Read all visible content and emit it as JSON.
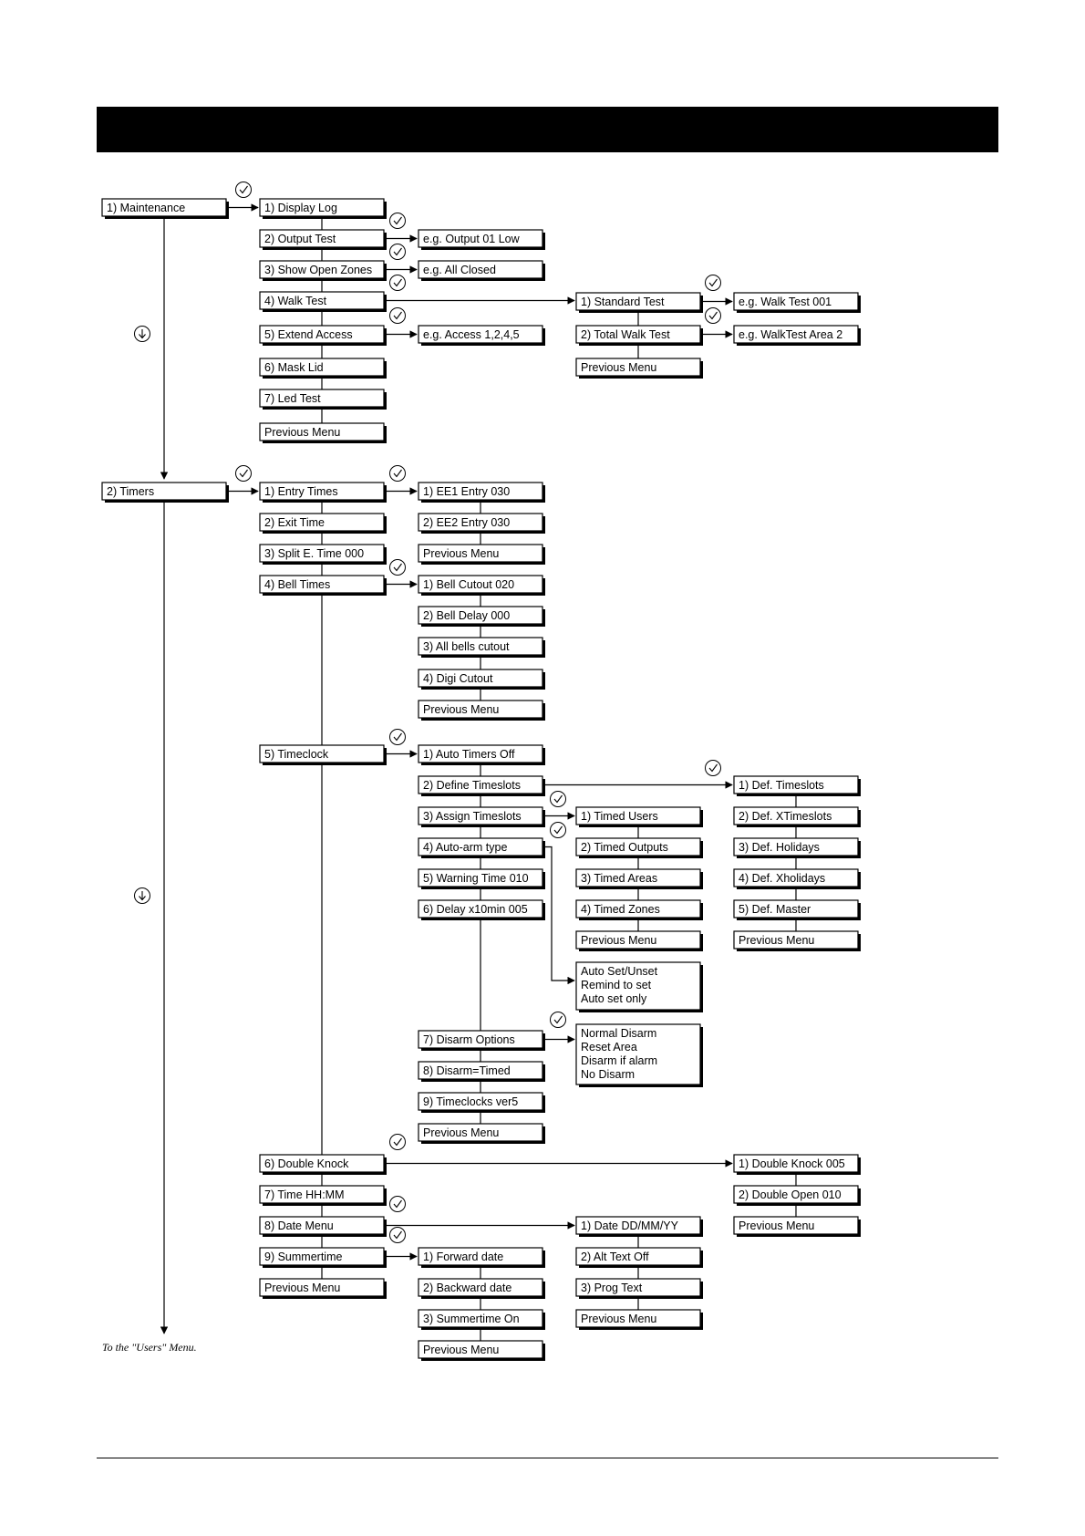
{
  "footnote": "To the \"Users\" Menu.",
  "root": {
    "maintenance": "1) Maintenance",
    "timers": "2) Timers"
  },
  "maintenance": {
    "display_log": "1) Display Log",
    "output_test": "2) Output Test",
    "show_open_zones": "3) Show Open Zones",
    "walk_test": "4) Walk Test",
    "extend_access": "5) Extend Access",
    "mask_lid": "6) Mask Lid",
    "led_test": "7) Led Test",
    "previous_menu": "Previous Menu",
    "output_test_example": "e.g. Output 01 Low",
    "open_zones_example": "e.g.  All Closed",
    "extend_access_example": "e.g. Access 1,2,4,5",
    "walk_test_menu": {
      "standard_test": "1) Standard Test",
      "total_walk_test": "2) Total Walk Test",
      "previous_menu": "Previous Menu",
      "standard_example": "e.g. Walk Test 001",
      "total_example": "e.g. WalkTest Area 2"
    }
  },
  "timers": {
    "entry_times": "1) Entry Times",
    "exit_time": "2) Exit Time",
    "split_e_time": "3) Split E. Time 000",
    "bell_times": "4) Bell Times",
    "timeclock": "5) Timeclock",
    "double_knock": "6) Double Knock",
    "time": "7) Time  HH:MM",
    "date_menu": "8) Date Menu",
    "summertime": "9) Summertime",
    "previous_menu": "Previous Menu",
    "entry_menu": {
      "ee1": "1) EE1 Entry 030",
      "ee2": "2) EE2 Entry 030",
      "previous_menu": "Previous Menu"
    },
    "bell_menu": {
      "bell_cutout": "1) Bell Cutout 020",
      "bell_delay": "2) Bell Delay 000",
      "all_bells_cutout": "3) All bells cutout",
      "digi_cutout": "4) Digi Cutout",
      "previous_menu": "Previous Menu"
    },
    "timeclock_menu": {
      "auto_timers_off": "1) Auto Timers Off",
      "define_timeslots": "2) Define Timeslots",
      "assign_timeslots": "3) Assign Timeslots",
      "auto_arm_type": "4) Auto-arm type",
      "warning_time": "5) Warning Time 010",
      "delay": "6) Delay x10min 005",
      "disarm_options": "7) Disarm Options",
      "disarm_timed": "8) Disarm=Timed",
      "timeclocks_ver": "9) Timeclocks ver5",
      "previous_menu": "Previous Menu",
      "define_menu": {
        "def_timeslots": "1) Def. Timeslots",
        "def_xtimeslots": "2) Def. XTimeslots",
        "def_holidays": "3) Def. Holidays",
        "def_xholidays": "4) Def. Xholidays",
        "def_master": "5) Def. Master",
        "previous_menu": "Previous Menu"
      },
      "assign_menu": {
        "timed_users": "1) Timed Users",
        "timed_outputs": "2) Timed Outputs",
        "timed_areas": "3) Timed Areas",
        "timed_zones": "4) Timed Zones",
        "previous_menu": "Previous Menu"
      },
      "auto_arm_options": [
        "Auto Set/Unset",
        "Remind to set",
        "Auto set only"
      ],
      "disarm_option_list": [
        "Normal Disarm",
        "Reset Area",
        "Disarm if alarm",
        "No Disarm"
      ]
    },
    "double_knock_menu": {
      "double_knock": "1) Double Knock 005",
      "double_open": "2) Double Open 010",
      "previous_menu": "Previous Menu"
    },
    "date_menu_items": {
      "date": "1) Date DD/MM/YY",
      "alt_text_off": "2) Alt Text Off",
      "prog_text": "3) Prog Text",
      "previous_menu": "Previous Menu"
    },
    "summertime_menu": {
      "forward_date": "1) Forward date",
      "backward_date": "2) Backward date",
      "summertime_on": "3) Summertime On",
      "previous_menu": "Previous Menu"
    }
  }
}
